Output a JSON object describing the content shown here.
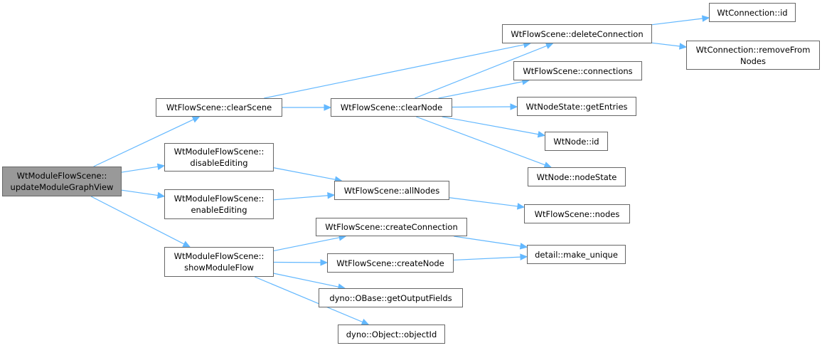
{
  "colors": {
    "edge": "#63b8ff",
    "node_border": "#666666",
    "root_fill": "#999999",
    "node_fill": "#ffffff"
  },
  "nodes": [
    {
      "id": "root",
      "lines": [
        "WtModuleFlowScene::",
        "updateModuleGraphView"
      ],
      "root": true
    },
    {
      "id": "clearScene",
      "lines": [
        "WtFlowScene::clearScene"
      ]
    },
    {
      "id": "disableEditing",
      "lines": [
        "WtModuleFlowScene::",
        "disableEditing"
      ]
    },
    {
      "id": "enableEditing",
      "lines": [
        "WtModuleFlowScene::",
        "enableEditing"
      ]
    },
    {
      "id": "showModuleFlow",
      "lines": [
        "WtModuleFlowScene::",
        "showModuleFlow"
      ]
    },
    {
      "id": "clearNode",
      "lines": [
        "WtFlowScene::clearNode"
      ]
    },
    {
      "id": "allNodes",
      "lines": [
        "WtFlowScene::allNodes"
      ]
    },
    {
      "id": "createConnection",
      "lines": [
        "WtFlowScene::createConnection"
      ]
    },
    {
      "id": "createNode",
      "lines": [
        "WtFlowScene::createNode"
      ]
    },
    {
      "id": "getOutputFields",
      "lines": [
        "dyno::OBase::getOutputFields"
      ]
    },
    {
      "id": "objectId",
      "lines": [
        "dyno::Object::objectId"
      ]
    },
    {
      "id": "deleteConnection",
      "lines": [
        "WtFlowScene::deleteConnection"
      ]
    },
    {
      "id": "connections",
      "lines": [
        "WtFlowScene::connections"
      ]
    },
    {
      "id": "getEntries",
      "lines": [
        "WtNodeState::getEntries"
      ]
    },
    {
      "id": "nodeId",
      "lines": [
        "WtNode::id"
      ]
    },
    {
      "id": "nodeState",
      "lines": [
        "WtNode::nodeState"
      ]
    },
    {
      "id": "nodes",
      "lines": [
        "WtFlowScene::nodes"
      ]
    },
    {
      "id": "makeUnique",
      "lines": [
        "detail::make_unique"
      ]
    },
    {
      "id": "connId",
      "lines": [
        "WtConnection::id"
      ]
    },
    {
      "id": "removeFromNodes",
      "lines": [
        "WtConnection::removeFrom",
        "Nodes"
      ]
    }
  ],
  "edges": [
    [
      "root",
      "clearScene"
    ],
    [
      "root",
      "disableEditing"
    ],
    [
      "root",
      "enableEditing"
    ],
    [
      "root",
      "showModuleFlow"
    ],
    [
      "clearScene",
      "clearNode"
    ],
    [
      "clearScene",
      "deleteConnection"
    ],
    [
      "clearNode",
      "deleteConnection"
    ],
    [
      "clearNode",
      "connections"
    ],
    [
      "clearNode",
      "getEntries"
    ],
    [
      "clearNode",
      "nodeId"
    ],
    [
      "clearNode",
      "nodeState"
    ],
    [
      "disableEditing",
      "allNodes"
    ],
    [
      "enableEditing",
      "allNodes"
    ],
    [
      "allNodes",
      "nodes"
    ],
    [
      "showModuleFlow",
      "createConnection"
    ],
    [
      "showModuleFlow",
      "createNode"
    ],
    [
      "showModuleFlow",
      "getOutputFields"
    ],
    [
      "showModuleFlow",
      "objectId"
    ],
    [
      "createConnection",
      "makeUnique"
    ],
    [
      "createNode",
      "makeUnique"
    ],
    [
      "deleteConnection",
      "connId"
    ],
    [
      "deleteConnection",
      "removeFromNodes"
    ]
  ]
}
